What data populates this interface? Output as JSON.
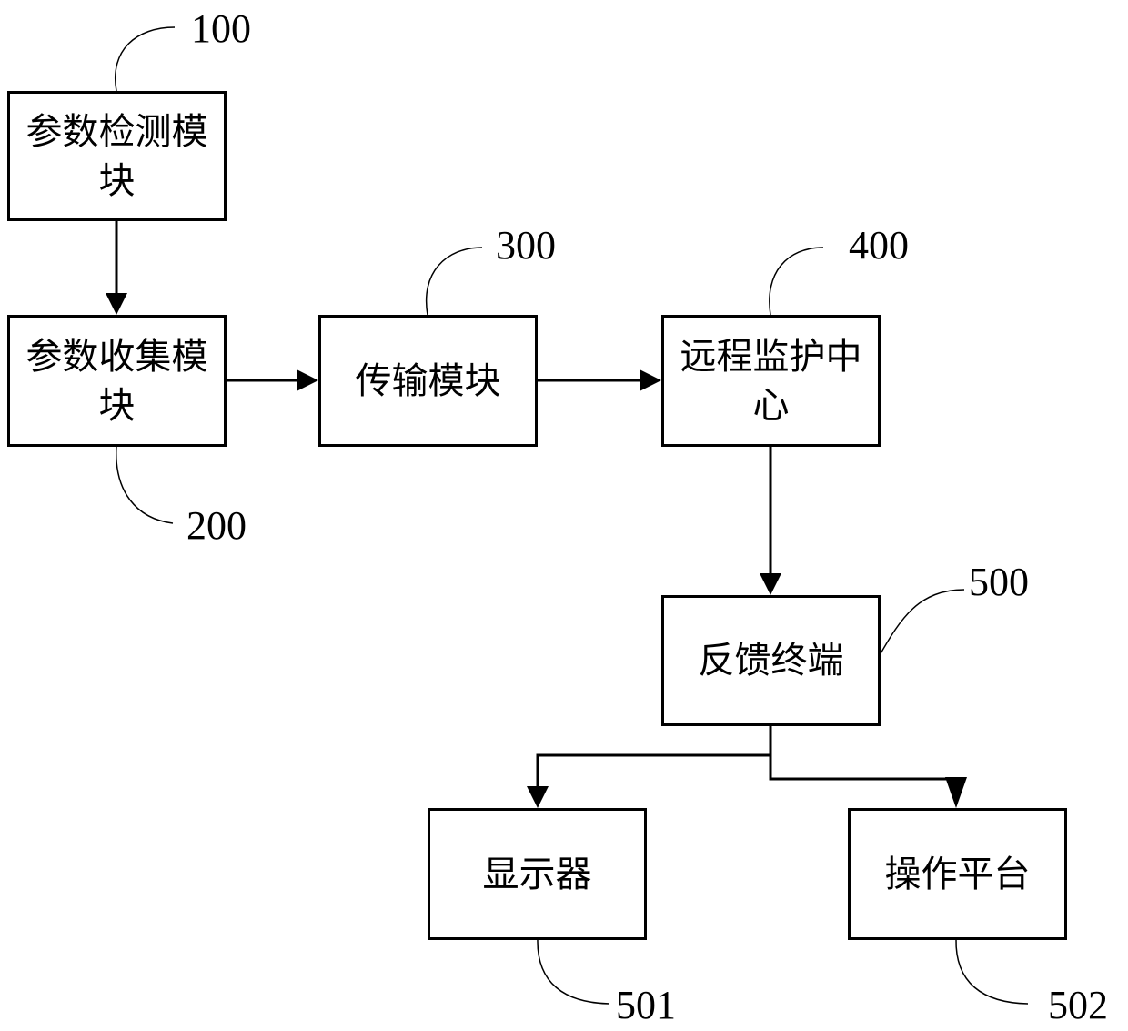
{
  "modules": {
    "detect": {
      "label": "参数检测模块",
      "ref": "100"
    },
    "collect": {
      "label": "参数收集模块",
      "ref": "200"
    },
    "transmit": {
      "label": "传输模块",
      "ref": "300"
    },
    "monitor": {
      "label": "远程监护中心",
      "ref": "400"
    },
    "feedback": {
      "label": "反馈终端",
      "ref": "500"
    },
    "display": {
      "label": "显示器",
      "ref": "501"
    },
    "operate": {
      "label": "操作平台",
      "ref": "502"
    }
  }
}
